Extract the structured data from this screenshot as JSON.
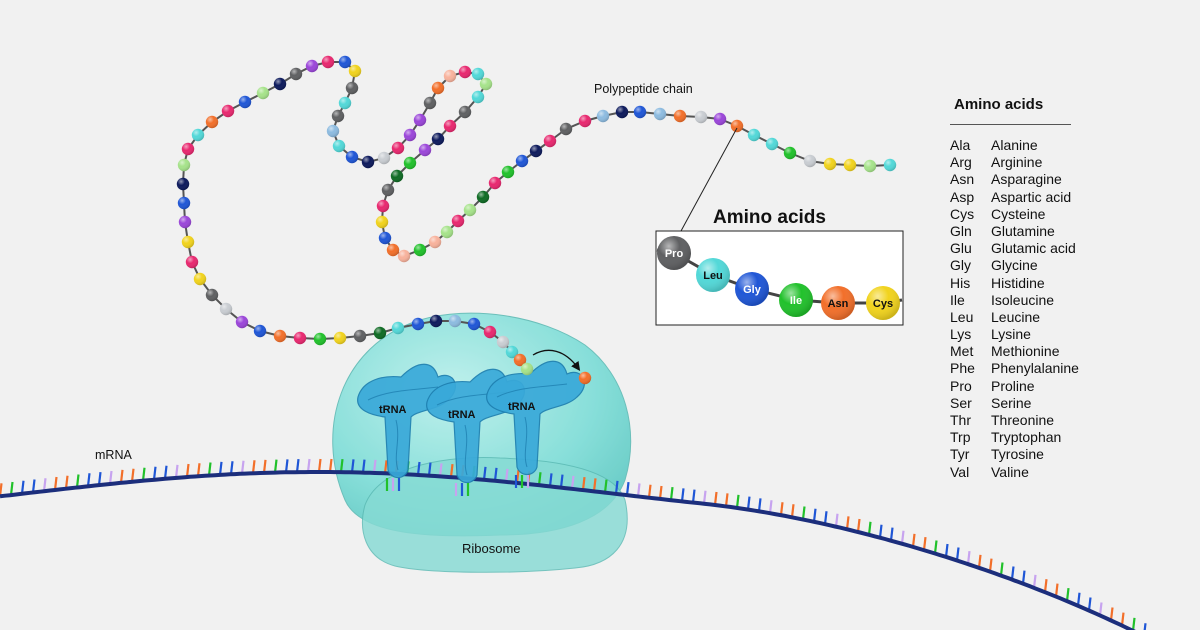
{
  "labels": {
    "polypeptide": "Polypeptide chain",
    "mrna": "mRNA",
    "ribosome": "Ribosome",
    "trna": [
      "tRNA",
      "tRNA",
      "tRNA"
    ]
  },
  "inset": {
    "title": "Amino acids",
    "beads": [
      {
        "label": "Pro",
        "color": "#5f6062",
        "light": true
      },
      {
        "label": "Leu",
        "color": "#52d8d8",
        "light": false
      },
      {
        "label": "Gly",
        "color": "#1f56d6",
        "light": true
      },
      {
        "label": "Ile",
        "color": "#21c12b",
        "light": true
      },
      {
        "label": "Asn",
        "color": "#f26f2a",
        "light": false
      },
      {
        "label": "Cys",
        "color": "#f1d31d",
        "light": false
      }
    ]
  },
  "legend": {
    "title": "Amino acids",
    "items": [
      {
        "abbr": "Ala",
        "name": "Alanine"
      },
      {
        "abbr": "Arg",
        "name": "Arginine"
      },
      {
        "abbr": "Asn",
        "name": "Asparagine"
      },
      {
        "abbr": "Asp",
        "name": "Aspartic acid"
      },
      {
        "abbr": "Cys",
        "name": "Cysteine"
      },
      {
        "abbr": "Gln",
        "name": "Glutamine"
      },
      {
        "abbr": "Glu",
        "name": "Glutamic acid"
      },
      {
        "abbr": "Gly",
        "name": "Glycine"
      },
      {
        "abbr": "His",
        "name": "Histidine"
      },
      {
        "abbr": "Ile",
        "name": "Isoleucine"
      },
      {
        "abbr": "Leu",
        "name": "Leucine"
      },
      {
        "abbr": "Lys",
        "name": "Lysine"
      },
      {
        "abbr": "Met",
        "name": "Methionine"
      },
      {
        "abbr": "Phe",
        "name": "Phenylalanine"
      },
      {
        "abbr": "Pro",
        "name": "Proline"
      },
      {
        "abbr": "Ser",
        "name": "Serine"
      },
      {
        "abbr": "Thr",
        "name": "Threonine"
      },
      {
        "abbr": "Trp",
        "name": "Tryptophan"
      },
      {
        "abbr": "Tyr",
        "name": "Tyrosine"
      },
      {
        "abbr": "Val",
        "name": "Valine"
      }
    ]
  },
  "colors": {
    "background": "#f1f1f1",
    "ribosome_fill": "#7fe0da",
    "trna": "#39a9d9",
    "mrna_backbone": "#1c2e7c",
    "chain_link": "#555555",
    "bead_palette": [
      "#1f56d6",
      "#e8286f",
      "#52d8d8",
      "#5f6062",
      "#f26f2a",
      "#f1d31d",
      "#9b46d9",
      "#21c12b",
      "#0d1a5c",
      "#a6e38a",
      "#c9cdd2",
      "#f8b29c",
      "#8dbbe0",
      "#0f6b24"
    ],
    "codon_palette": [
      "#f26f2a",
      "#c7a3ef",
      "#1f56d6",
      "#21c12b"
    ]
  }
}
